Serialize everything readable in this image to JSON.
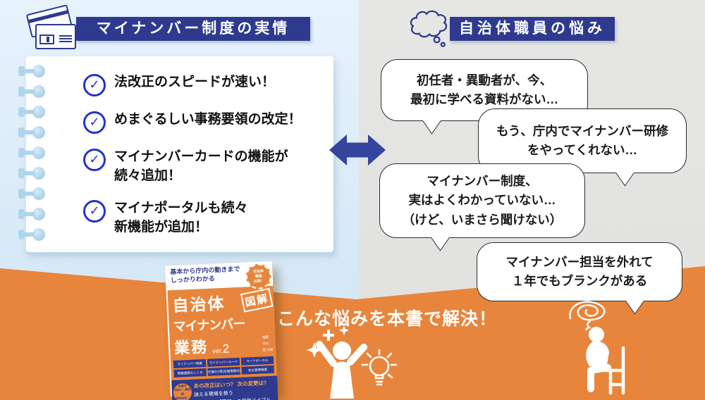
{
  "colors": {
    "navy": "#2e3a8e",
    "orange": "#e8853c",
    "check_blue": "#2433cb",
    "ring_blue": "#aed5ee",
    "bg_left_top": "#e7f2fc",
    "bg_left_bottom": "#cfe4f4",
    "bg_right": "#e0e0de",
    "bubble_border": "#2b2b2b",
    "band_accent": "#f5a44c"
  },
  "icons": {
    "check": "✓"
  },
  "left_panel": {
    "header": "マイナンバー制度の実情",
    "checklist": [
      {
        "line1": "法改正のスピードが速い！",
        "line2": ""
      },
      {
        "line1": "めまぐるしい事務要領の改定！",
        "line2": ""
      },
      {
        "line1": "マイナンバーカードの機能が",
        "line2": "続々追加！"
      },
      {
        "line1": "マイナポータルも続々",
        "line2": "新機能が追加！"
      }
    ]
  },
  "right_panel": {
    "header": "自治体職員の悩み",
    "bubbles": [
      {
        "line1": "初任者・異動者が、今、",
        "line2": "最初に学べる資料がない…",
        "line3": ""
      },
      {
        "line1": "もう、庁内でマイナンバー研修",
        "line2": "をやってくれない…",
        "line3": ""
      },
      {
        "line1": "マイナンバー制度、",
        "line2": "実はよくわかっていない…",
        "line3": "（けど、いまさら聞けない）"
      },
      {
        "line1": "マイナンバー担当を外れて",
        "line2": "１年でもブランクがある",
        "line3": ""
      }
    ]
  },
  "bottom": {
    "headline": "こんな悩みを本書で解決！",
    "book": {
      "tagline_line1": "基本から庁内の動きまで",
      "tagline_line2": "しっかりわかる",
      "burst_line1": "自治体",
      "burst_line2": "職員",
      "burst_line3": "必携！",
      "zukai_badge": "図解",
      "title_line1": "自治体",
      "title_line2": "マイナンバー",
      "title_line3": "業務",
      "version_label": "ver.",
      "version_number": "2",
      "authors": {
        "a1": "遠藤",
        "a2": "中口",
        "a3": "堀 大樹"
      },
      "topics": {
        "t1": "マイナンバー制度",
        "t2": "マイナンバーカード",
        "t3": "マイナポータル",
        "t4": "情報連携のしくみ",
        "t5": "代理/DV等(支援措置対応)",
        "t6": "安全管理措置"
      },
      "band_badge_line1": "年度内",
      "band_badge_line2": "先送り・新制度",
      "band_badge_line3": "完全対応！",
      "band_line1": "あの改正はいつ？ 次の変更は？",
      "band_line2": "迷える現場を救う",
      "band_line3": "「年表」×「図解」の実務バイブル"
    }
  }
}
